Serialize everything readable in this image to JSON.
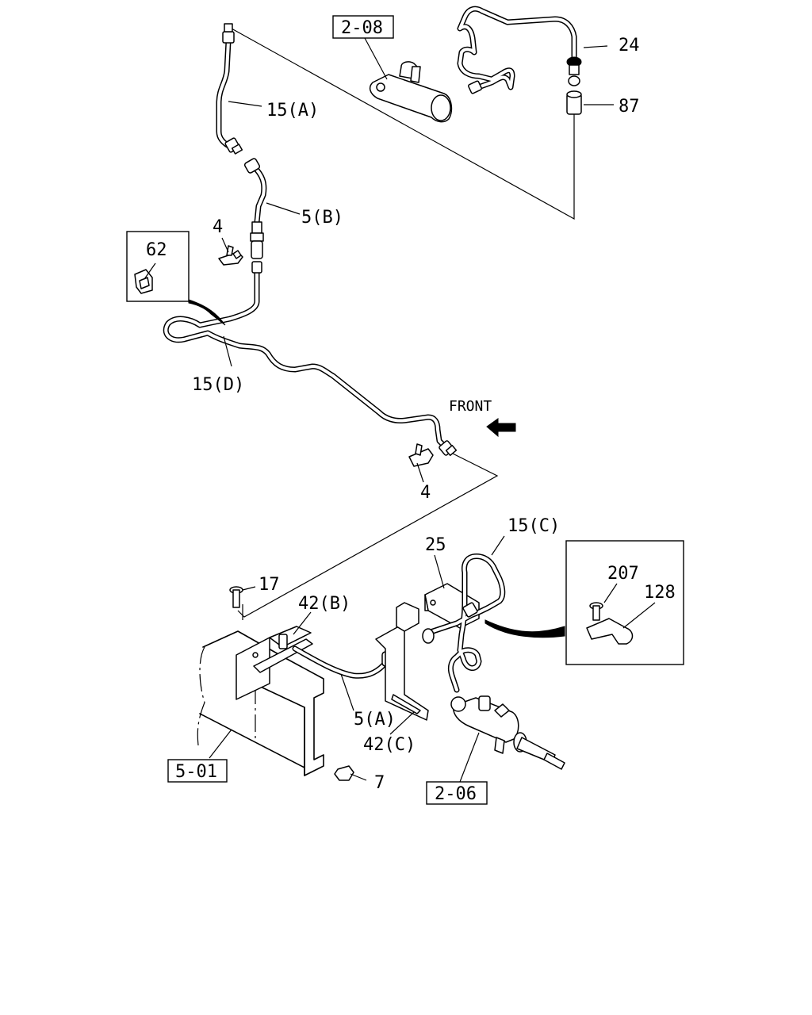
{
  "references": {
    "ref_2_08": "2-08",
    "ref_2_06": "2-06",
    "ref_5_01": "5-01"
  },
  "callouts": {
    "c24": "24",
    "c87": "87",
    "c15a": "15(A)",
    "c5b": "5(B)",
    "c4_top": "4",
    "c62": "62",
    "c15d": "15(D)",
    "c4_bottom": "4",
    "c15c": "15(C)",
    "c25": "25",
    "c17": "17",
    "c42b": "42(B)",
    "c207": "207",
    "c128": "128",
    "c5a": "5(A)",
    "c42c": "42(C)",
    "c7": "7"
  },
  "direction_label": "FRONT"
}
